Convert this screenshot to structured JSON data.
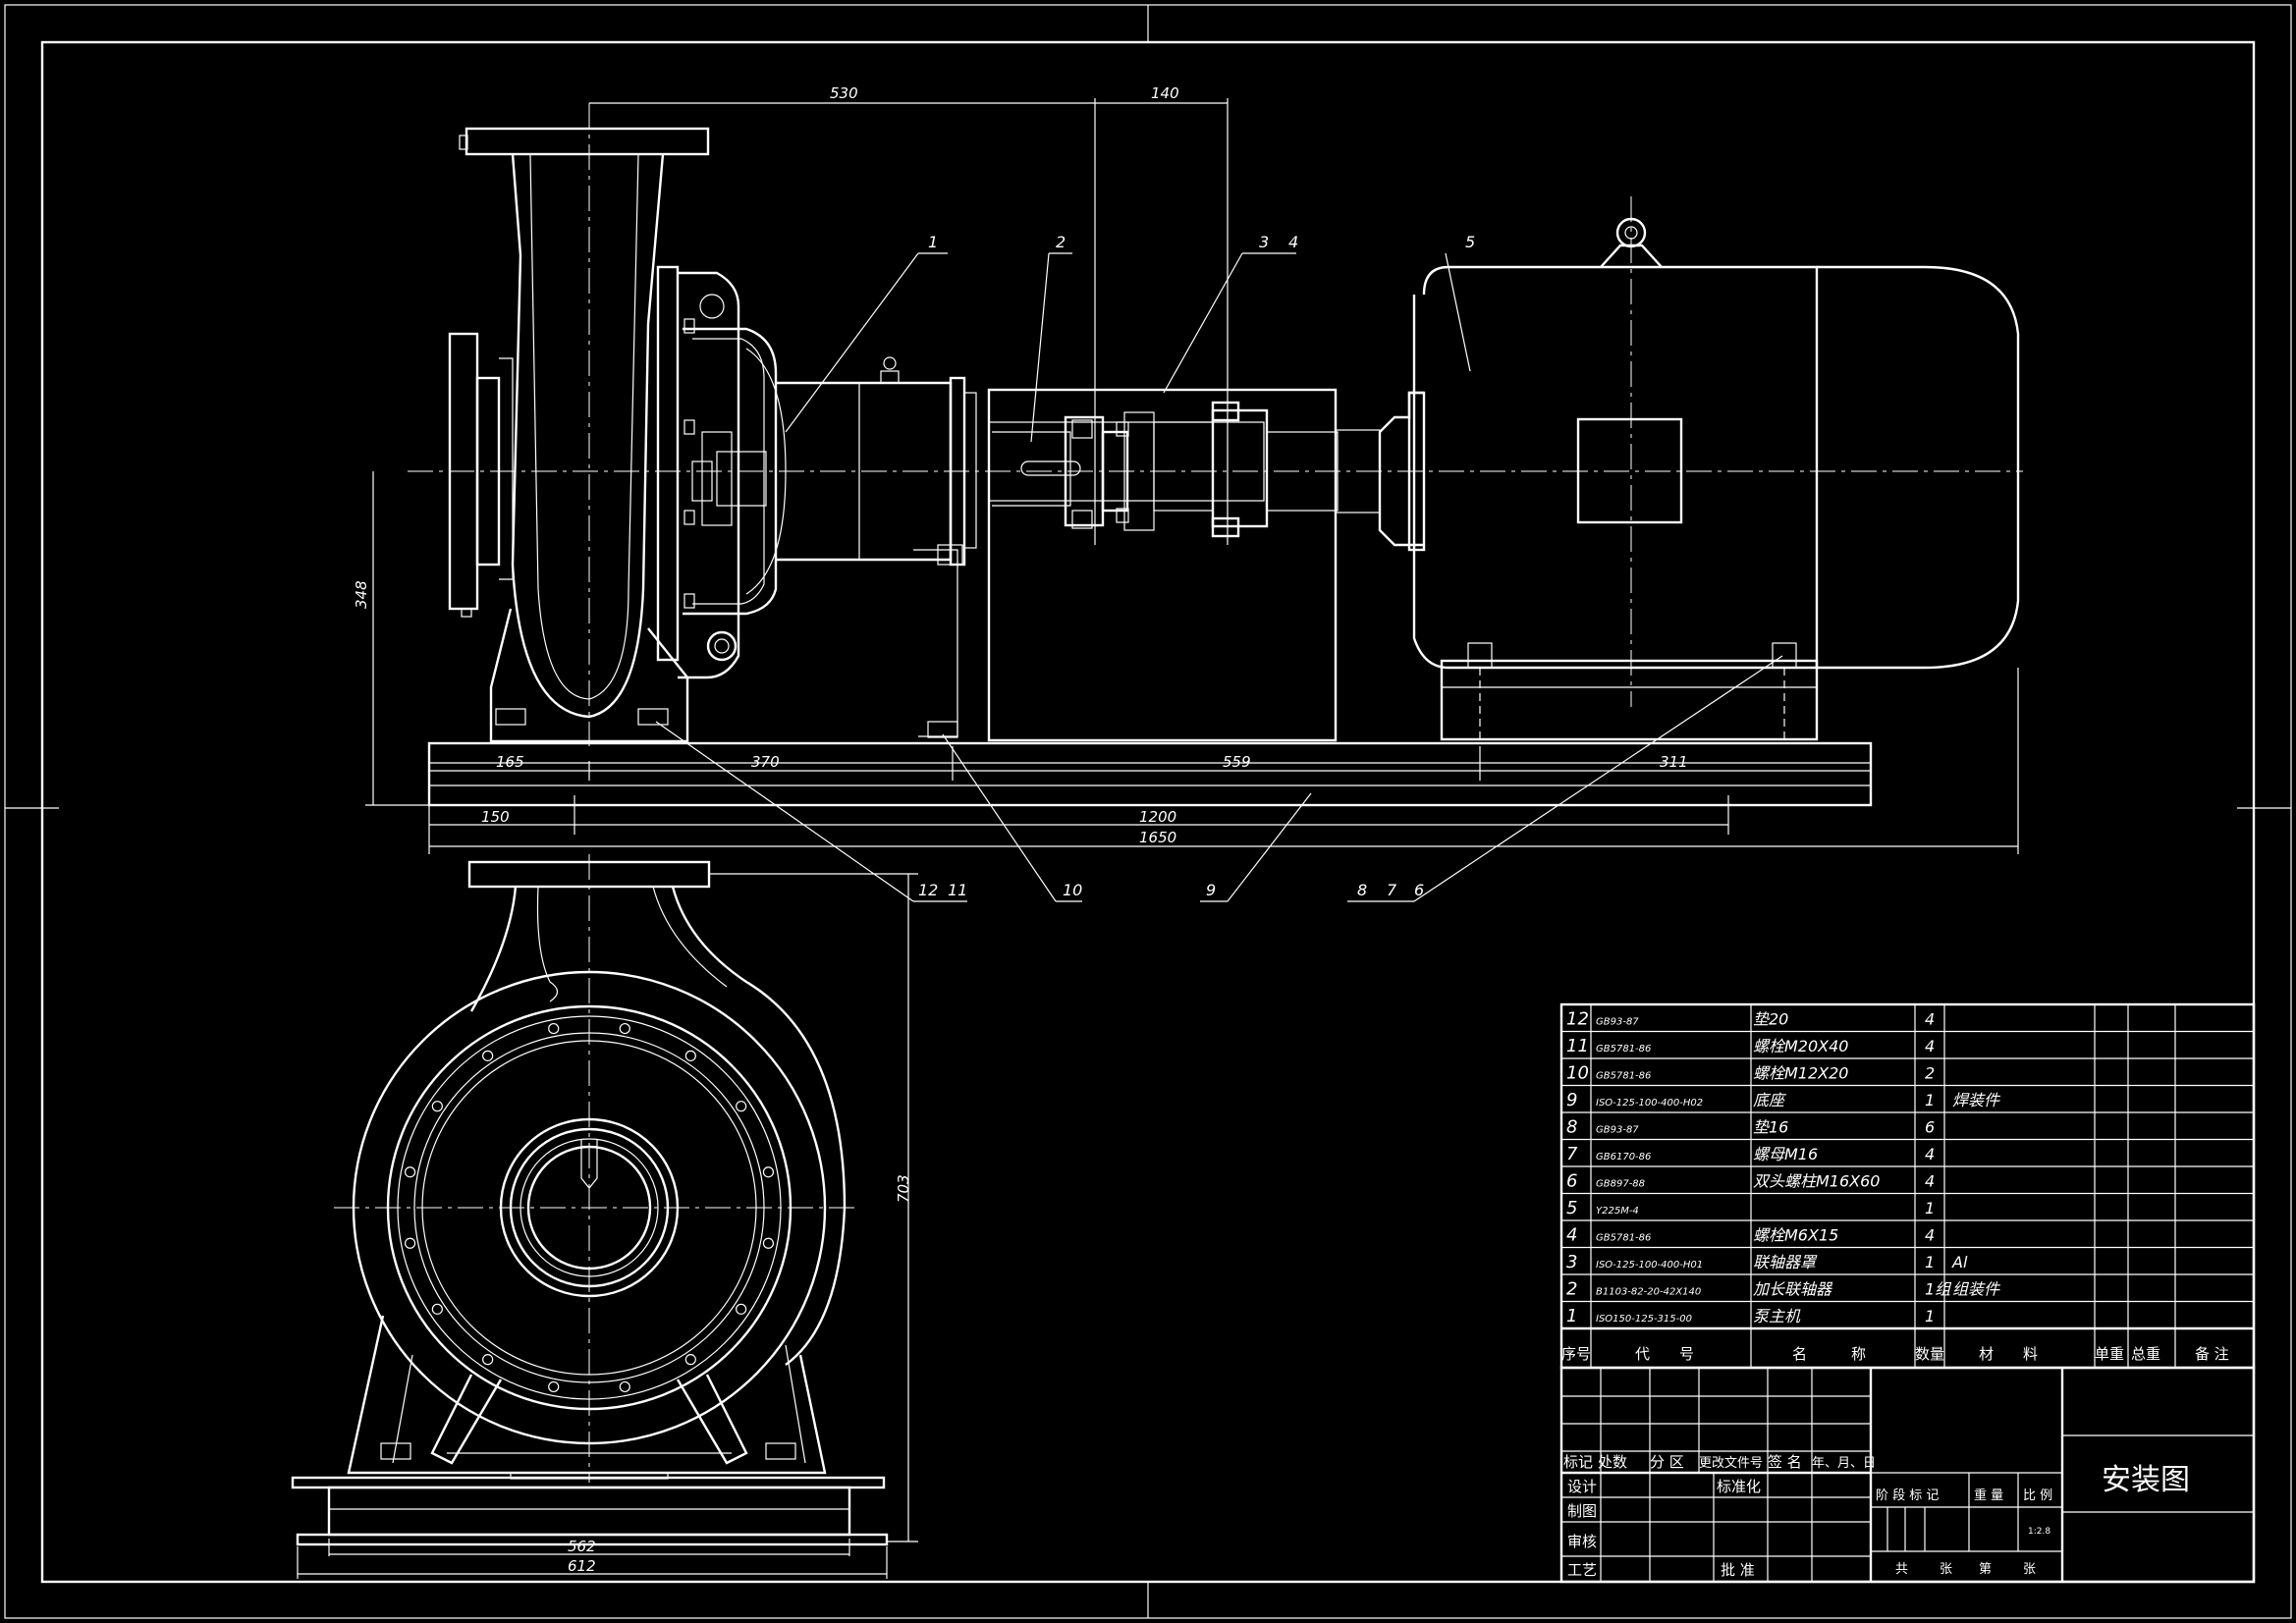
{
  "drawing_title": "安装图",
  "dimensions": {
    "d530": "530",
    "d140": "140",
    "d348": "348",
    "d165": "165",
    "d370": "370",
    "d559": "559",
    "d311": "311",
    "d150": "150",
    "d1200": "1200",
    "d1650": "1650",
    "d703": "703",
    "d562": "562",
    "d612": "612"
  },
  "balloons": {
    "b1": "1",
    "b2": "2",
    "b3": "3",
    "b4": "4",
    "b5": "5",
    "b12": "12",
    "b11": "11",
    "b10": "10",
    "b9": "9",
    "b8": "8",
    "b7": "7",
    "b6": "6"
  },
  "bom": {
    "rows": [
      {
        "no": "12",
        "code": "GB93-87",
        "name": "垫20",
        "qty": "4",
        "material": ""
      },
      {
        "no": "11",
        "code": "GB5781-86",
        "name": "螺栓M20X40",
        "qty": "4",
        "material": ""
      },
      {
        "no": "10",
        "code": "GB5781-86",
        "name": "螺栓M12X20",
        "qty": "2",
        "material": ""
      },
      {
        "no": "9",
        "code": "ISO-125-100-400-H02",
        "name": "底座",
        "qty": "1",
        "material": "焊装件"
      },
      {
        "no": "8",
        "code": "GB93-87",
        "name": "垫16",
        "qty": "6",
        "material": ""
      },
      {
        "no": "7",
        "code": "GB6170-86",
        "name": "螺母M16",
        "qty": "4",
        "material": ""
      },
      {
        "no": "6",
        "code": "GB897-88",
        "name": "双头螺柱M16X60",
        "qty": "4",
        "material": ""
      },
      {
        "no": "5",
        "code": "Y225M-4",
        "name": "",
        "qty": "1",
        "material": ""
      },
      {
        "no": "4",
        "code": "GB5781-86",
        "name": "螺栓M6X15",
        "qty": "4",
        "material": ""
      },
      {
        "no": "3",
        "code": "ISO-125-100-400-H01",
        "name": "联轴器罩",
        "qty": "1",
        "material": "Al"
      },
      {
        "no": "2",
        "code": "B1103-82-20-42X140",
        "name": "加长联轴器",
        "qty": "1组",
        "material": "组装件"
      },
      {
        "no": "1",
        "code": "ISO150-125-315-00",
        "name": "泵主机",
        "qty": "1",
        "material": ""
      }
    ],
    "headers": {
      "no": "序号",
      "code": "代　　号",
      "name": "名　　　称",
      "qty": "数量",
      "material": "材　　料",
      "unit_weight": "单重",
      "total_weight": "总重",
      "remark": "备 注"
    }
  },
  "title_block": {
    "mark": "标记",
    "count": "处数",
    "zone": "分 区",
    "change_doc": "更改文件号",
    "sign": "签 名",
    "date": "年、月、日",
    "design": "设计",
    "standardize": "标准化",
    "draw": "制图",
    "check": "审核",
    "process": "工艺",
    "approve": "批 准",
    "stage_mark": "阶 段 标 记",
    "weight": "重 量",
    "scale": "比 例",
    "scale_value": "1:2.8",
    "sheets_total": "共",
    "sheets_word": "张",
    "sheet_no": "第",
    "sheet_word": "张"
  }
}
